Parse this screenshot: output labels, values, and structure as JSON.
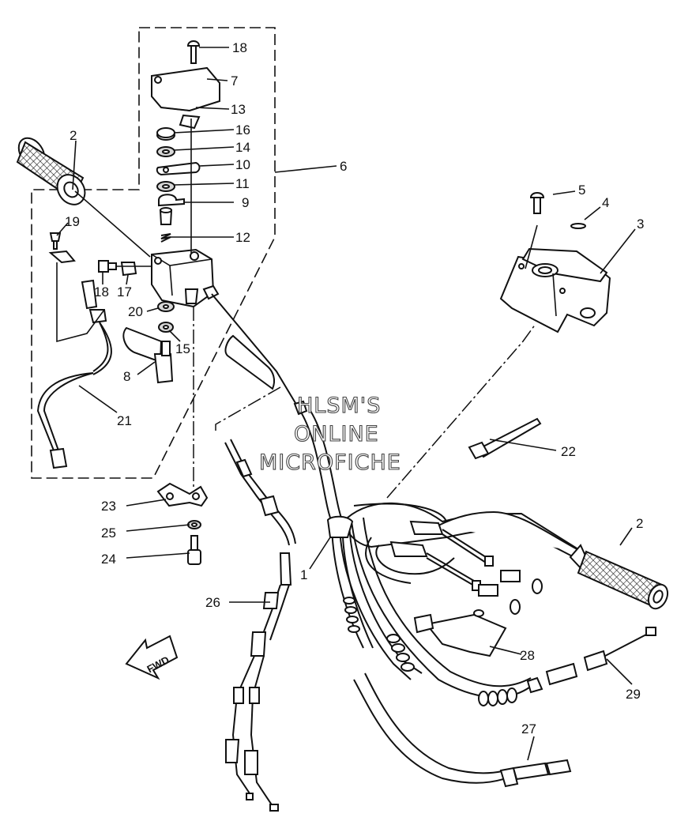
{
  "watermark": {
    "line1": "HLSM'S",
    "line2": "ONLINE",
    "line3": "MICROFICHE"
  },
  "direction_arrow": {
    "label": "FWD",
    "icon": "fwd-arrow-icon"
  },
  "callouts": {
    "c1": "1",
    "c2_left": "2",
    "c2_right": "2",
    "c3": "3",
    "c4": "4",
    "c5": "5",
    "c6": "6",
    "c7": "7",
    "c8": "8",
    "c9": "9",
    "c10": "10",
    "c11": "11",
    "c12": "12",
    "c13": "13",
    "c14": "14",
    "c15": "15",
    "c16": "16",
    "c17": "17",
    "c18_top": "18",
    "c18_mid": "18",
    "c19": "19",
    "c20": "20",
    "c21": "21",
    "c22": "22",
    "c23": "23",
    "c24": "24",
    "c25": "25",
    "c26": "26",
    "c27": "27",
    "c28": "28",
    "c29": "29"
  }
}
